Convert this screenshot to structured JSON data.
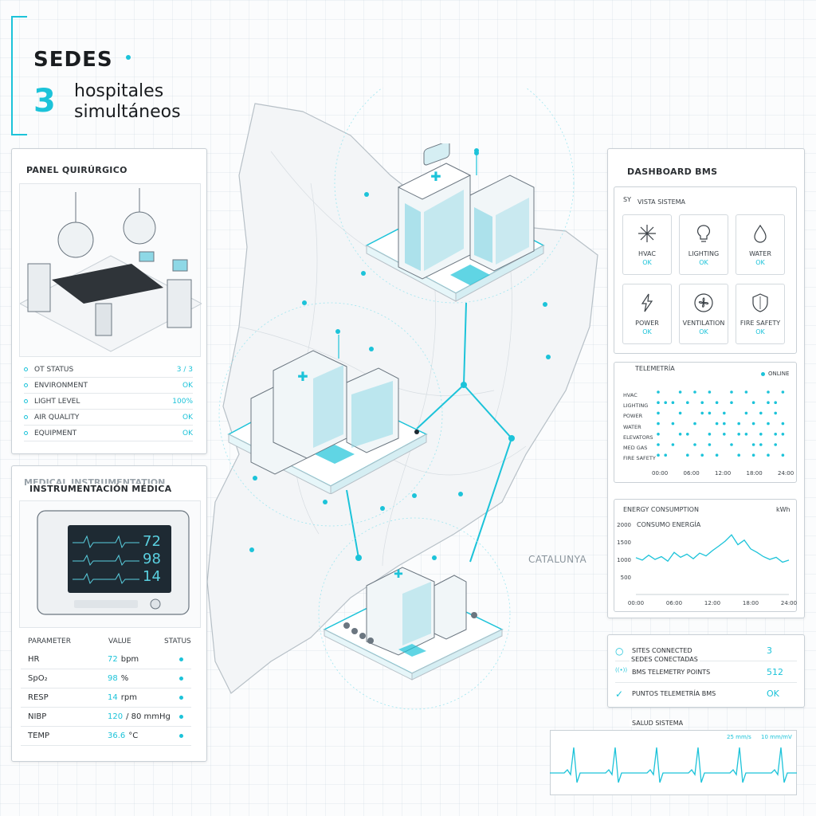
{
  "header": {
    "title": "SEDES",
    "count": "3",
    "subtitle_line1": "hospitales",
    "subtitle_line2": "simultáneos"
  },
  "map": {
    "region_label": "CATALUNYA"
  },
  "surgical_panel": {
    "title": "PANEL QUIRÚRGICO",
    "rows": [
      {
        "label": "OT STATUS",
        "value": "3 / 3"
      },
      {
        "label": "ENVIRONMENT",
        "value": "OK"
      },
      {
        "label": "LIGHT LEVEL",
        "value": "100%"
      },
      {
        "label": "AIR QUALITY",
        "value": "OK"
      },
      {
        "label": "EQUIPMENT",
        "value": "OK"
      }
    ]
  },
  "instrument_panel": {
    "title_back": "MEDICAL INSTRUMENTATION",
    "title": "INSTRUMENTACIÓN MÉDICA",
    "monitor": {
      "hr": "72",
      "spo2": "98",
      "resp": "14"
    },
    "headers": {
      "parameter": "PARAMETER",
      "value": "VALUE",
      "status": "STATUS"
    },
    "rows": [
      {
        "param": "HR",
        "value": "72",
        "unit": "bpm"
      },
      {
        "param": "SpO₂",
        "value": "98",
        "unit": "%"
      },
      {
        "param": "RESP",
        "value": "14",
        "unit": "rpm"
      },
      {
        "param": "NIBP",
        "value": "120",
        "unit": "/ 80 mmHg"
      },
      {
        "param": "TEMP",
        "value": "36.6",
        "unit": "°C"
      }
    ]
  },
  "bms": {
    "title": "DASHBOARD BMS",
    "system_view_back": "SY",
    "system_view": "VISTA SISTEMA",
    "cards": [
      {
        "name": "HVAC",
        "status": "OK",
        "icon": "snowflake-icon"
      },
      {
        "name": "LIGHTING",
        "status": "OK",
        "icon": "lightbulb-icon"
      },
      {
        "name": "WATER",
        "status": "OK",
        "icon": "water-drop-icon"
      },
      {
        "name": "POWER",
        "status": "OK",
        "icon": "lightning-icon"
      },
      {
        "name": "VENTILATION",
        "status": "OK",
        "icon": "fan-icon"
      },
      {
        "name": "FIRE SAFETY",
        "status": "OK",
        "icon": "shield-icon"
      }
    ],
    "telemetry": {
      "title": "TELEMETRÍA",
      "status": "ONLINE",
      "rows": [
        "HVAC",
        "LIGHTING",
        "POWER",
        "WATER",
        "ELEVATORS",
        "MED GAS",
        "FIRE SAFETY"
      ],
      "x_ticks": [
        "00:00",
        "06:00",
        "12:00",
        "18:00",
        "24:00"
      ]
    }
  },
  "chart_data": {
    "type": "line",
    "title": "ENERGY CONSUMPTION",
    "subtitle": "CONSUMO ENERGÍA",
    "unit": "kWh",
    "x_ticks": [
      "00:00",
      "06:00",
      "12:00",
      "18:00",
      "24:00"
    ],
    "y_ticks": [
      500,
      1000,
      1500,
      2000
    ],
    "ylim": [
      0,
      2000
    ],
    "x": [
      0,
      1,
      2,
      3,
      4,
      5,
      6,
      7,
      8,
      9,
      10,
      11,
      12,
      13,
      14,
      15,
      16,
      17,
      18,
      19,
      20,
      21,
      22,
      23,
      24
    ],
    "values": [
      1050,
      980,
      1120,
      1000,
      1080,
      950,
      1200,
      1060,
      1150,
      1020,
      1180,
      1100,
      1250,
      1380,
      1520,
      1700,
      1420,
      1550,
      1300,
      1200,
      1080,
      1000,
      1060,
      920,
      980
    ],
    "color": "#1cc3d9"
  },
  "summary": {
    "rows": [
      {
        "label": "SITES CONNECTED",
        "value": "3"
      },
      {
        "label": "BMS TELEMETRY POINTS",
        "value": "512"
      },
      {
        "label": "PUNTOS TELEMETRÍA BMS",
        "value": "OK"
      }
    ],
    "sites_es": "SEDES CONECTADAS"
  },
  "ecg": {
    "title": "SALUD SISTEMA",
    "speed": "25 mm/s",
    "gain": "10 mm/mV"
  },
  "colors": {
    "accent": "#1cc3d9",
    "ink": "#2b2f33",
    "border": "#c9d0d6"
  }
}
